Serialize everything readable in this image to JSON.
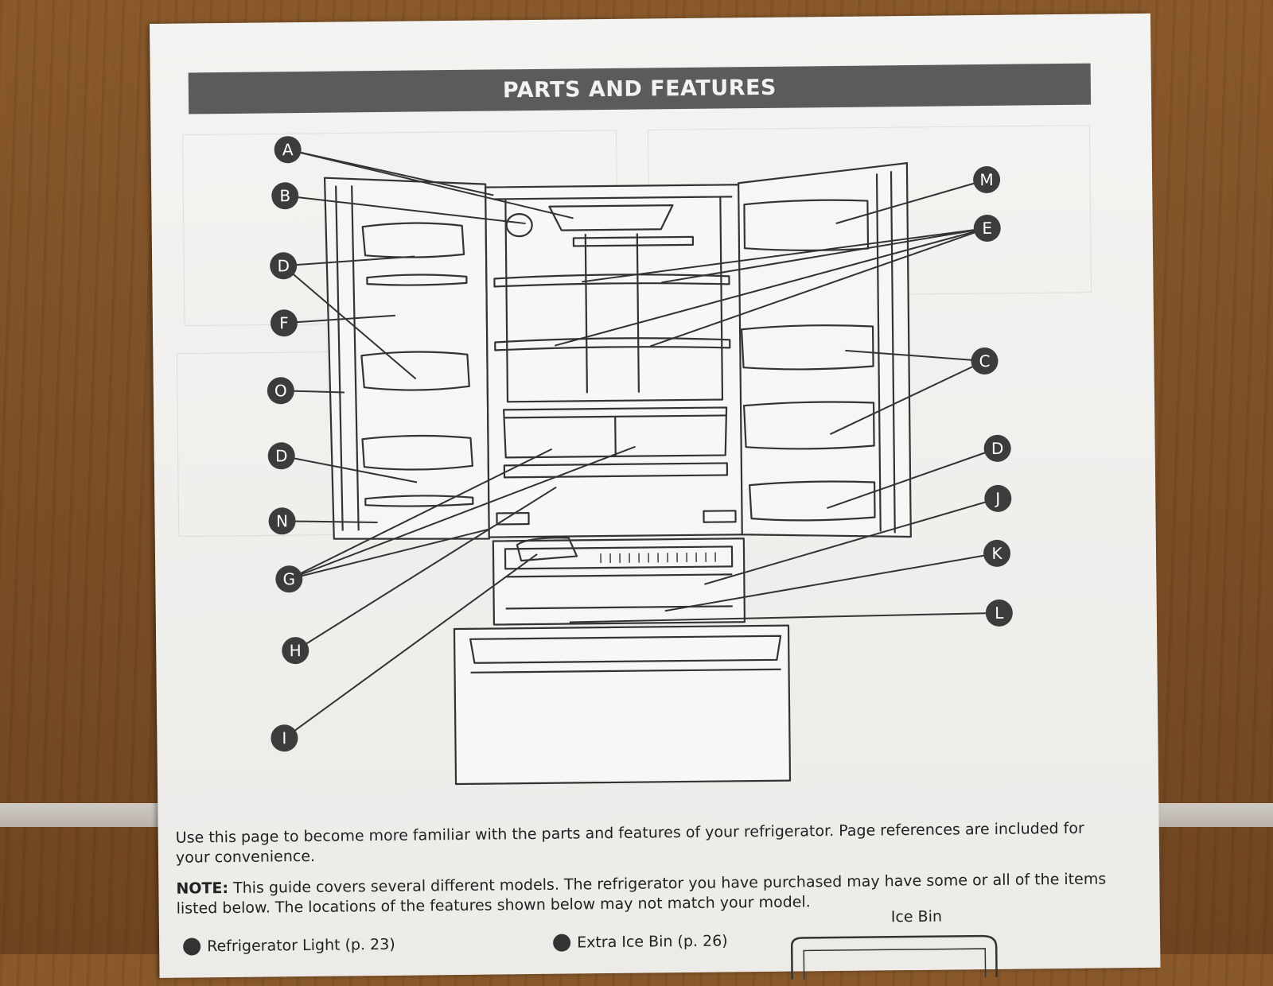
{
  "header": {
    "title": "PARTS AND FEATURES"
  },
  "callouts": [
    "A",
    "B",
    "C",
    "D",
    "E",
    "F",
    "G",
    "H",
    "I",
    "J",
    "K",
    "L",
    "M",
    "N",
    "O"
  ],
  "labels": {
    "a": "A",
    "b": "B",
    "d1": "D",
    "f": "F",
    "o": "O",
    "d2": "D",
    "n": "N",
    "g": "G",
    "h": "H",
    "i": "I",
    "m": "M",
    "e": "E",
    "c": "C",
    "d3": "D",
    "j": "J",
    "k": "K",
    "l": "L"
  },
  "intro_text": "Use this page to become more familiar with the parts and features of your refrigerator. Page references are included for your convenience.",
  "note": {
    "label": "NOTE:",
    "text": " This guide covers several different models. The refrigerator you have purchased may have some or all of the items listed below. The locations of the features shown below may not match your model."
  },
  "ice_bin_label": "Ice Bin",
  "footer_items": [
    {
      "text": "Refrigerator Light (p. 23)"
    },
    {
      "text": "Extra Ice Bin (p. 26)"
    }
  ],
  "colors": {
    "header_bg": "#5b5b5b",
    "callout_bg": "#3c3c3c",
    "line": "#333333",
    "paper": "#efefed"
  }
}
